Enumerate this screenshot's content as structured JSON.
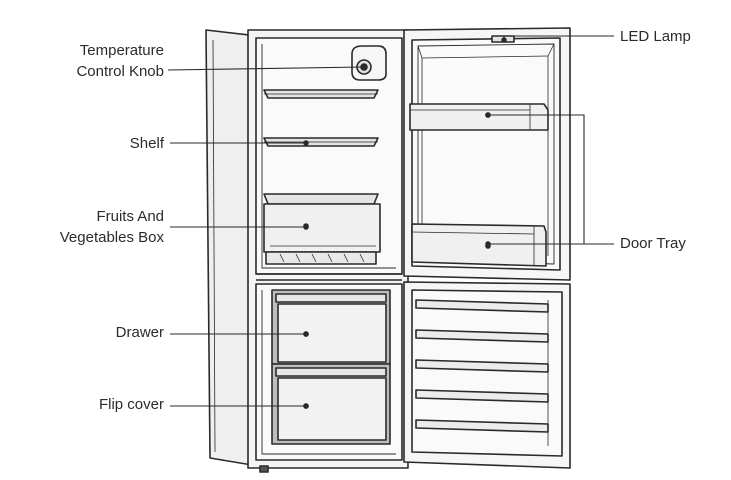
{
  "labels": {
    "temperature_control_knob": [
      "Temperature",
      "Control Knob"
    ],
    "shelf": "Shelf",
    "fruits_and_vegetables_box": [
      "Fruits And",
      "Vegetables Box"
    ],
    "drawer": "Drawer",
    "flip_cover": "Flip cover",
    "led_lamp": "LED Lamp",
    "door_tray": "Door Tray"
  },
  "colors": {
    "outline": "#2a2a2a",
    "cabinet_fill": "#f2f2f2",
    "interior_fill": "#fafafa",
    "glass_fill": "#e4e4e4",
    "shadow": "#bdbdbd",
    "label_text": "#2b2b2b"
  }
}
